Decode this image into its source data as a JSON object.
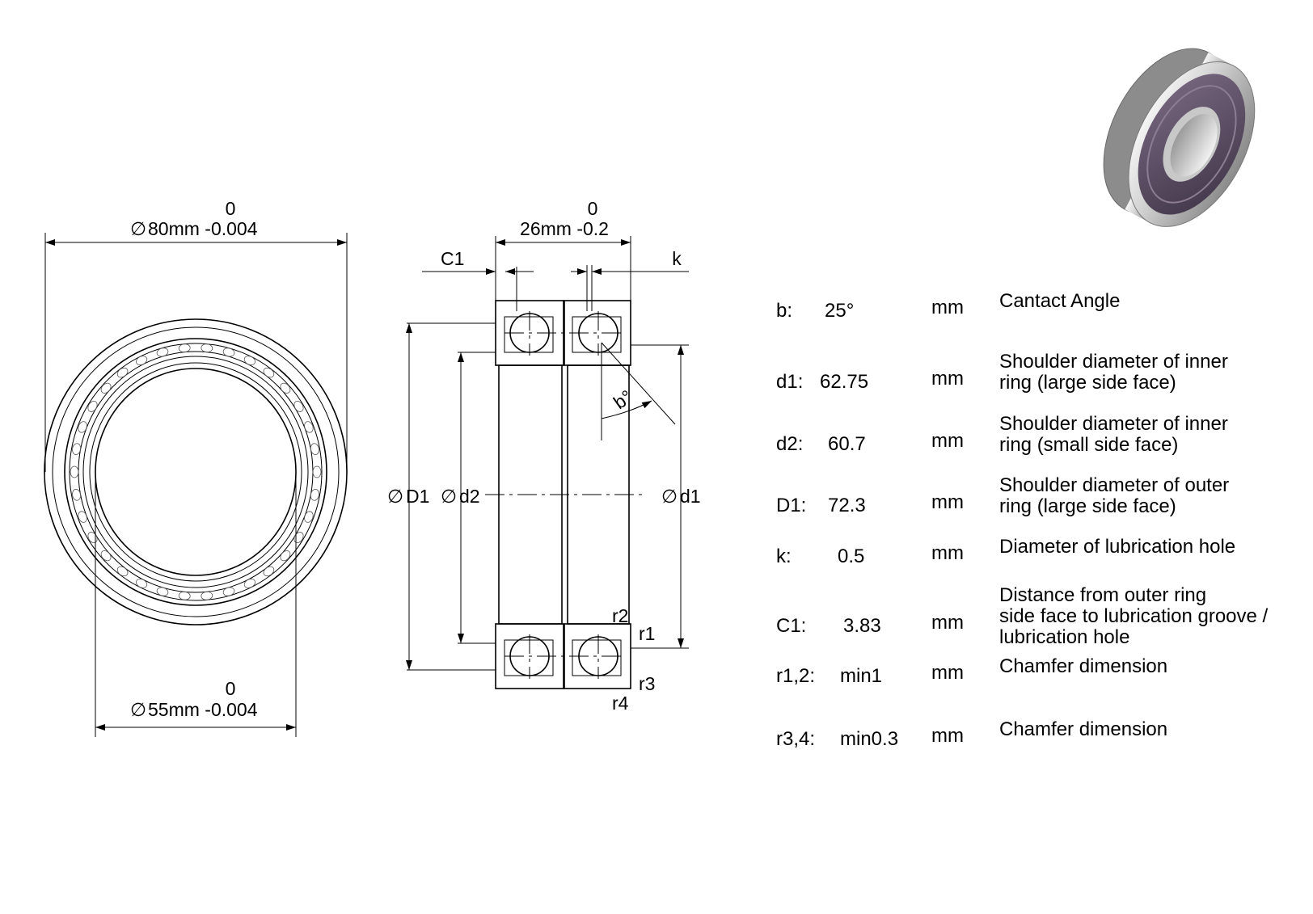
{
  "front_view": {
    "outer_dim": {
      "tolerance_upper": "0",
      "label": "80mm -0.004"
    },
    "bore_dim": {
      "tolerance_upper": "0",
      "label": "55mm -0.004"
    },
    "diameter_symbol": "∅"
  },
  "section_view": {
    "width_dim": {
      "tolerance_upper": "0",
      "label": "26mm -0.2"
    },
    "labels": {
      "c1": "C1",
      "k": "k",
      "angle": "b°",
      "D1": "D1",
      "d2": "d2",
      "d1": "d1",
      "r1": "r1",
      "r2": "r2",
      "r3": "r3",
      "r4": "r4"
    }
  },
  "specs": [
    {
      "key": "b:",
      "value": "25°",
      "unit": "mm",
      "description": [
        "Cantact Angle"
      ]
    },
    {
      "key": "d1:",
      "value": "62.75",
      "unit": "mm",
      "description": [
        "Shoulder diameter of inner",
        "ring (large side face)"
      ]
    },
    {
      "key": "d2:",
      "value": "60.7",
      "unit": "mm",
      "description": [
        "Shoulder diameter of inner",
        "ring (small side face)"
      ]
    },
    {
      "key": "D1:",
      "value": "72.3",
      "unit": "mm",
      "description": [
        "Shoulder diameter of outer",
        "ring (large side face)"
      ]
    },
    {
      "key": "k:",
      "value": "0.5",
      "unit": "mm",
      "description": [
        "Diameter of lubrication hole"
      ]
    },
    {
      "key": "C1:",
      "value": "3.83",
      "unit": "mm",
      "description": [
        "Distance from outer ring",
        "side face to lubrication groove /",
        "lubrication hole"
      ]
    },
    {
      "key": "r1,2:",
      "value": "min1",
      "unit": "mm",
      "description": [
        "Chamfer dimension"
      ]
    },
    {
      "key": "r3,4:",
      "value": "min0.3",
      "unit": "mm",
      "description": [
        "Chamfer dimension"
      ]
    }
  ],
  "colors": {
    "line": "#000000",
    "background": "#ffffff",
    "seal_dark": "#4a3d52",
    "seal_mid": "#6a5a72",
    "steel_light": "#e6e6e6",
    "steel_dark": "#8e8e8e"
  }
}
